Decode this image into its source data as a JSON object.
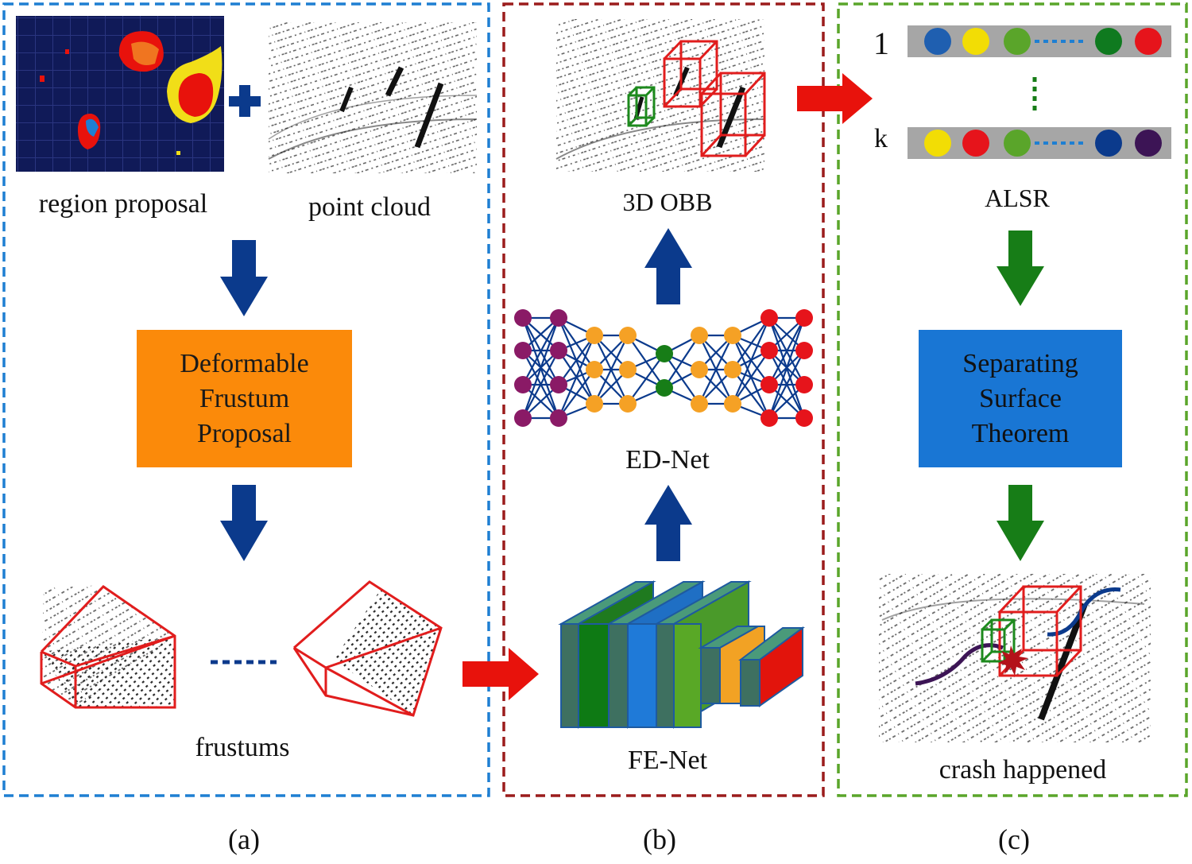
{
  "panel_a": {
    "region_label": "region proposal",
    "cloud_label": "point cloud",
    "box_lines": [
      "Deformable",
      "Frustum",
      "Proposal"
    ],
    "frustums_label": "frustums",
    "caption": "(a)"
  },
  "panel_b": {
    "obb_label": "3D OBB",
    "ednet_label": "ED-Net",
    "fenet_label": "FE-Net",
    "caption": "(b)"
  },
  "panel_c": {
    "row_first_label": "1",
    "row_last_label": "k",
    "alsr_label": "ALSR",
    "box_lines": [
      "Separating",
      "Surface",
      "Theorem"
    ],
    "crash_label": "crash happened",
    "caption": "(c)"
  },
  "colors": {
    "panel_a_border": "#1e7fd2",
    "panel_b_border": "#9b1c1c",
    "panel_c_border": "#5aa52a",
    "arrow_navy": "#0b3a8c",
    "arrow_red": "#e8120c",
    "arrow_green": "#177d17",
    "box_orange": "#fb8a0a",
    "box_blue": "#1976d4",
    "bbox_red": "#e11d1d",
    "bbox_green": "#1d8a1d"
  },
  "alsr_rows": [
    [
      "#1f5fb0",
      "#f2dd05",
      "#5aa52a",
      "#0f7a1f",
      "#e6141b"
    ],
    [
      "#f2dd05",
      "#e6141b",
      "#5aa52a",
      "#0b3a8c",
      "#3c1455"
    ]
  ]
}
